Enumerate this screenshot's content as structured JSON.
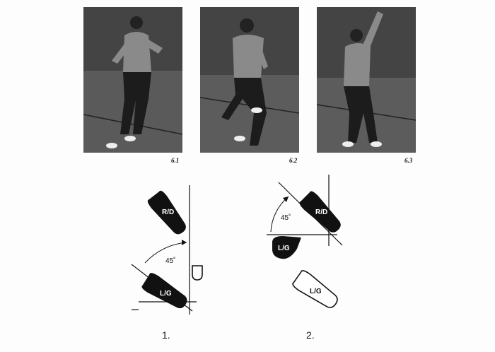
{
  "photos": [
    {
      "caption": "6.1"
    },
    {
      "caption": "6.2"
    },
    {
      "caption": "6.3"
    }
  ],
  "diagrams": [
    {
      "number": "1.",
      "angle": "45˚",
      "right_foot_label": "R/D",
      "left_foot_label": "L/G"
    },
    {
      "number": "2.",
      "angle": "45˚",
      "right_foot_label": "R/D",
      "left_foot_label": "L/G",
      "outline_foot_label": "L/G"
    }
  ],
  "colors": {
    "photo_bg": "#3a3a3a",
    "ink": "#111111"
  }
}
